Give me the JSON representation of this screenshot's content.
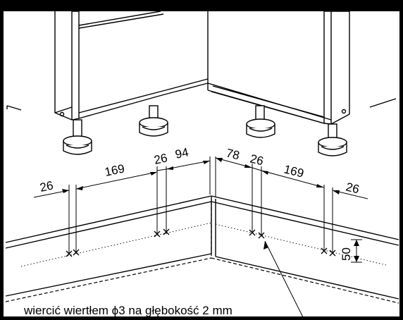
{
  "dimensions": {
    "left_edge": "26",
    "left_span": "169",
    "left_pair": "26",
    "left_to_corner": "94",
    "right_from_corner": "78",
    "right_pair": "26",
    "right_span": "169",
    "right_edge": "26",
    "height": "50"
  },
  "caption": "wiercić wiertłem ϕ3 na głębokość 2 mm"
}
